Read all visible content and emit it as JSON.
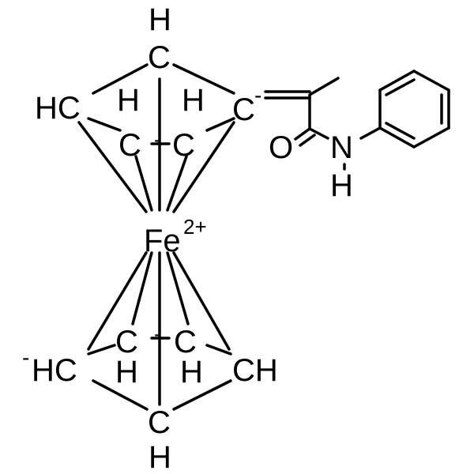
{
  "molecule": {
    "atoms": {
      "top_ring": {
        "apex_c": "C",
        "apex_h": "H",
        "left_c": "HC",
        "left_inner_h": "H",
        "inner_left_c": "C",
        "inner_right_c": "C",
        "right_inner_h": "H",
        "right_c": "C",
        "right_charge": "-",
        "inner_bond_dot": "-"
      },
      "iron": {
        "symbol": "Fe",
        "charge": "2+"
      },
      "oxindole": {
        "oxygen": "O",
        "nitrogen": "N",
        "nh_h": "H"
      },
      "bottom_ring": {
        "left_charge": "-",
        "left_c": "HC",
        "inner_left_c": "C",
        "inner_left_h": "H",
        "inner_right_c": "C",
        "inner_right_h": "H",
        "right_c": "CH",
        "bottom_c": "C",
        "bottom_h": "H",
        "inner_bond_dot": "-"
      }
    }
  }
}
